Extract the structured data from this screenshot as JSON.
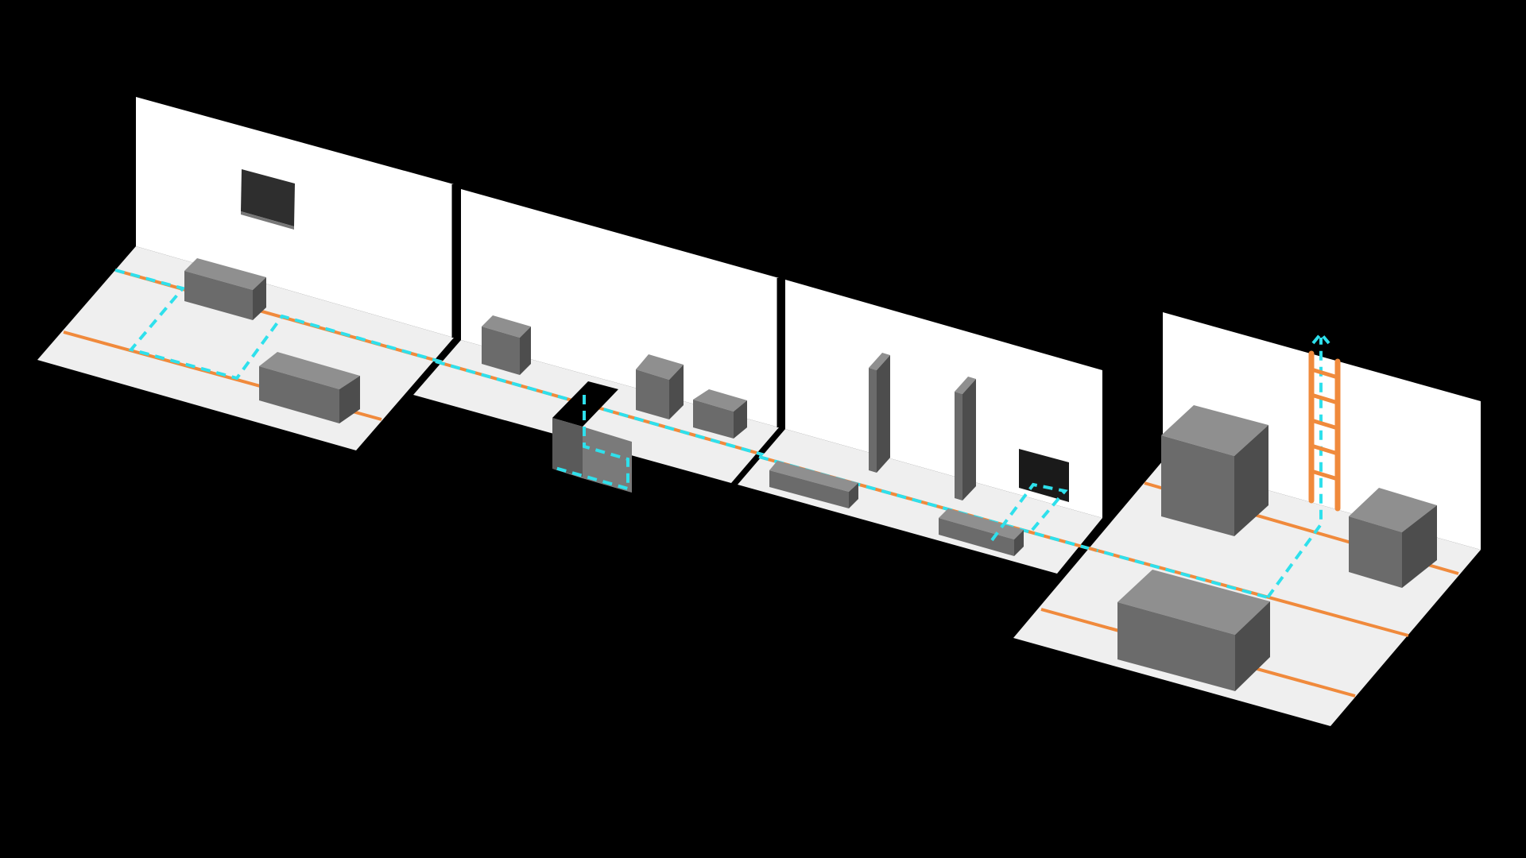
{
  "scene": {
    "rooms": [
      {
        "id": "room-1",
        "props": [
          "wall-picture",
          "crate-back",
          "crate-front"
        ]
      },
      {
        "id": "room-2",
        "props": [
          "small-cube",
          "medium-cube",
          "flat-box",
          "floor-pit"
        ]
      },
      {
        "id": "room-3",
        "props": [
          "tall-pillar-1",
          "tall-pillar-2",
          "low-slab-1",
          "low-slab-2",
          "wall-opening"
        ]
      },
      {
        "id": "room-4",
        "props": [
          "large-cube",
          "medium-box",
          "big-crate",
          "ladder"
        ]
      }
    ],
    "colors": {
      "background": "#000000",
      "wall": "#ffffff",
      "floor": "#efefef",
      "rail": "#f08a3c",
      "path": "#2ee0ec",
      "block": "#6b6b6b"
    }
  }
}
